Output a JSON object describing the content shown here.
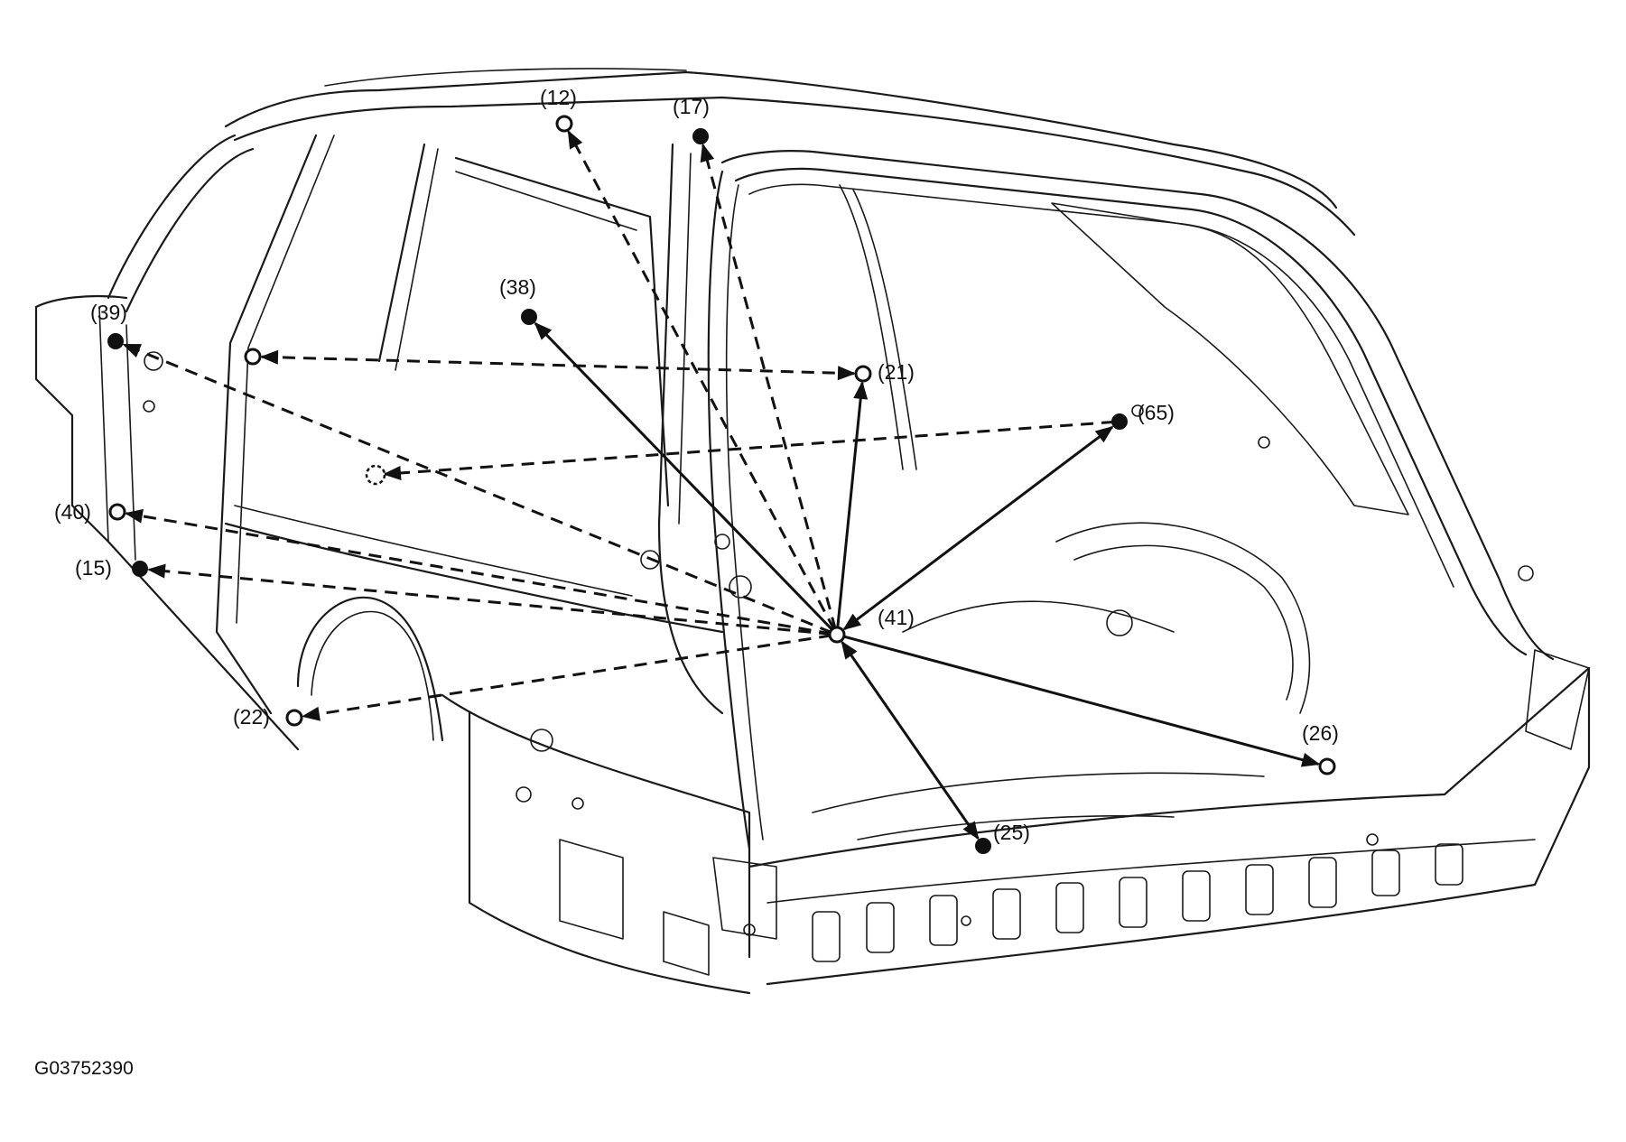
{
  "figure": {
    "reference_code": "G03752390"
  },
  "points": [
    {
      "id": "p12",
      "label": "(12)",
      "style": "open"
    },
    {
      "id": "p17",
      "label": "(17)",
      "style": "filled"
    },
    {
      "id": "p38",
      "label": "(38)",
      "style": "filled"
    },
    {
      "id": "p39",
      "label": "(39)",
      "style": "filled"
    },
    {
      "id": "p21",
      "label": "(21)",
      "style": "open"
    },
    {
      "id": "p65",
      "label": "(65)",
      "style": "filled"
    },
    {
      "id": "p40",
      "label": "(40)",
      "style": "open"
    },
    {
      "id": "p15",
      "label": "(15)",
      "style": "filled"
    },
    {
      "id": "p41",
      "label": "(41)",
      "style": "open"
    },
    {
      "id": "p22",
      "label": "(22)",
      "style": "open"
    },
    {
      "id": "p26",
      "label": "(26)",
      "style": "open"
    },
    {
      "id": "p25",
      "label": "(25)",
      "style": "filled"
    },
    {
      "id": "pL",
      "label": "",
      "style": "open"
    },
    {
      "id": "pH",
      "label": "",
      "style": "hidden"
    }
  ],
  "measurements": [
    {
      "from": "p41",
      "to": "p12",
      "style": "dashed",
      "arrow": "end"
    },
    {
      "from": "p41",
      "to": "p17",
      "style": "dashed",
      "arrow": "end"
    },
    {
      "from": "p41",
      "to": "p38",
      "style": "solid",
      "arrow": "end"
    },
    {
      "from": "p41",
      "to": "p39",
      "style": "dashed",
      "arrow": "end"
    },
    {
      "from": "p41",
      "to": "p40",
      "style": "dashed",
      "arrow": "end"
    },
    {
      "from": "p41",
      "to": "p15",
      "style": "dashed",
      "arrow": "end"
    },
    {
      "from": "p41",
      "to": "p22",
      "style": "dashed",
      "arrow": "end"
    },
    {
      "from": "p41",
      "to": "p65",
      "style": "solid",
      "arrow": "both"
    },
    {
      "from": "p41",
      "to": "p25",
      "style": "solid",
      "arrow": "both"
    },
    {
      "from": "p41",
      "to": "p26",
      "style": "solid",
      "arrow": "end"
    },
    {
      "from": "p41",
      "to": "p21",
      "style": "solid",
      "arrow": "end"
    },
    {
      "from": "p65",
      "to": "pH",
      "style": "dashed",
      "arrow": "end"
    },
    {
      "from": "pL",
      "to": "p21",
      "style": "dashed",
      "arrow": "both"
    }
  ]
}
